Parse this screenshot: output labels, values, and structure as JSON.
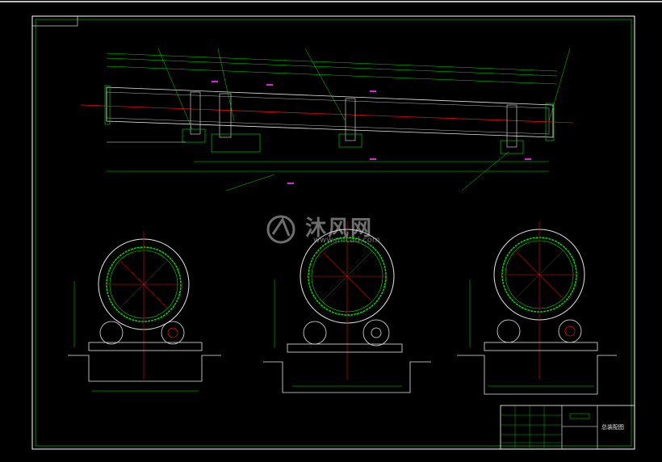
{
  "watermark": {
    "name": "沐风网",
    "url": "www.mfcad.com",
    "logo_icon": "mf-logo-icon"
  },
  "title_block": {
    "drawing_title": "总装配图"
  },
  "colors": {
    "background": "#000000",
    "frame": "#ffffff",
    "outline": "#00d800",
    "centerline": "#e01010",
    "dimension": "#e6e6e6",
    "annotation": "#e020e0",
    "accent": "#e0e000"
  }
}
